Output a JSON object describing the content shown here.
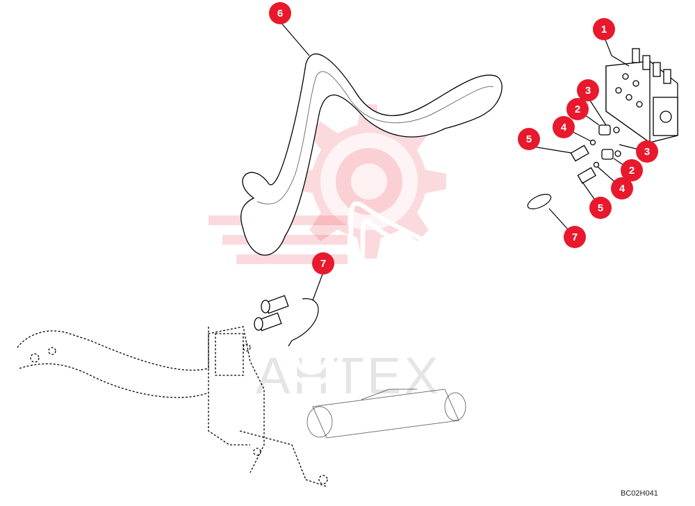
{
  "watermark": {
    "text": "AHTEX",
    "color": "#e8192c"
  },
  "callouts": [
    {
      "id": "c1",
      "label": "1"
    },
    {
      "id": "c2a",
      "label": "2"
    },
    {
      "id": "c2b",
      "label": "2"
    },
    {
      "id": "c3a",
      "label": "3"
    },
    {
      "id": "c3b",
      "label": "3"
    },
    {
      "id": "c4a",
      "label": "4"
    },
    {
      "id": "c4b",
      "label": "4"
    },
    {
      "id": "c5a",
      "label": "5"
    },
    {
      "id": "c5b",
      "label": "5"
    },
    {
      "id": "c6",
      "label": "6"
    },
    {
      "id": "c7a",
      "label": "7"
    },
    {
      "id": "c7b",
      "label": "7"
    }
  ],
  "diagram_code": "BC02H041",
  "colors": {
    "callout": "#e8192c",
    "line": "#000000",
    "background": "#ffffff"
  }
}
